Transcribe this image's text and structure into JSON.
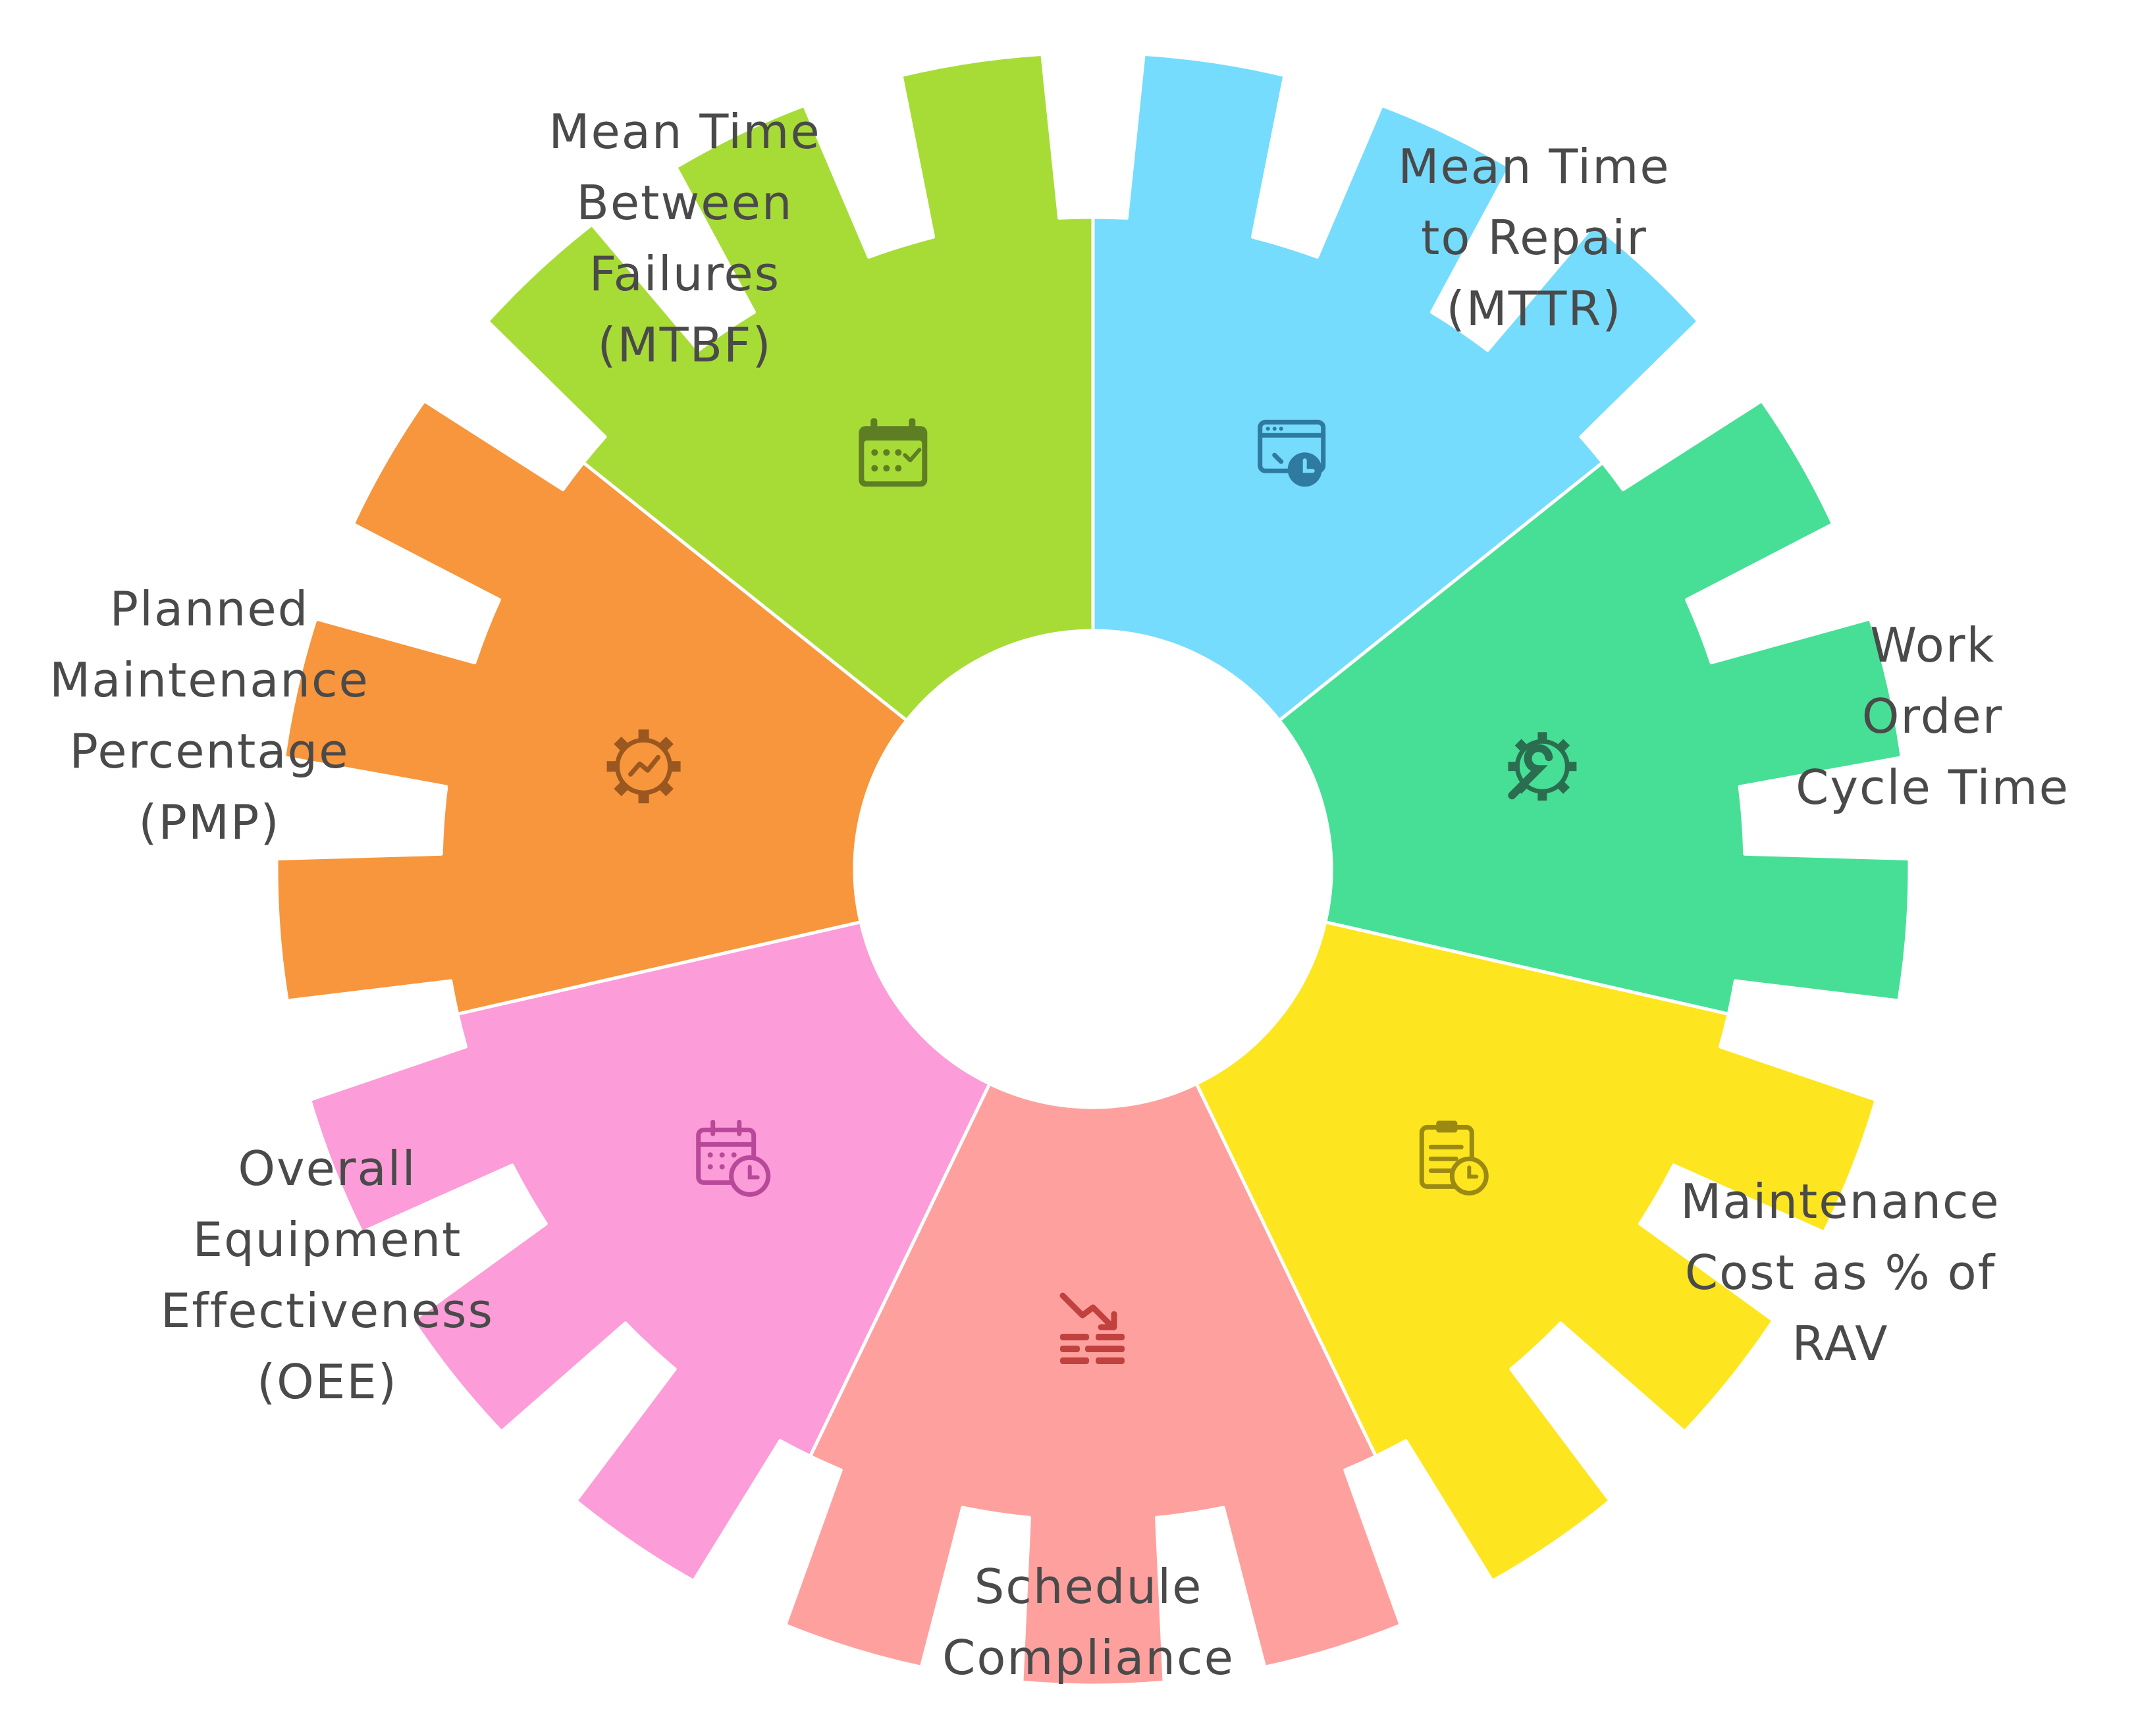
{
  "center": {
    "fill": "#ffffff"
  },
  "segments": [
    {
      "id": "mtbf",
      "label_lines": [
        "Mean Time",
        "Between",
        "Failures",
        "(MTBF)"
      ],
      "color": "#75dcfd",
      "icon": "browser-clock-icon",
      "icon_color": "#2e7aa0"
    },
    {
      "id": "mttr",
      "label_lines": [
        "Mean Time",
        "to Repair",
        "(MTTR)"
      ],
      "color": "#47df96",
      "icon": "gear-wrench-icon",
      "icon_color": "#2b6e4f"
    },
    {
      "id": "work-order-cycle-time",
      "label_lines": [
        "Work",
        "Order",
        "Cycle Time"
      ],
      "color": "#fde61f",
      "icon": "clipboard-clock-icon",
      "icon_color": "#9a8a14"
    },
    {
      "id": "maintenance-cost",
      "label_lines": [
        "Maintenance",
        "Cost as % of",
        "RAV"
      ],
      "color": "#fea19e",
      "icon": "trending-down-icon",
      "icon_color": "#c0413d"
    },
    {
      "id": "schedule-compliance",
      "label_lines": [
        "Schedule",
        "Compliance"
      ],
      "color": "#fc9cd8",
      "icon": "calendar-clock-icon",
      "icon_color": "#b8499a"
    },
    {
      "id": "oee",
      "label_lines": [
        "Overall",
        "Equipment",
        "Effectiveness",
        "(OEE)"
      ],
      "color": "#f7963c",
      "icon": "gear-chart-icon",
      "icon_color": "#9a5720"
    },
    {
      "id": "pmp",
      "label_lines": [
        "Planned",
        "Maintenance",
        "Percentage",
        "(PMP)"
      ],
      "color": "#a7dc37",
      "icon": "calendar-check-icon",
      "icon_color": "#5e7e24"
    }
  ]
}
